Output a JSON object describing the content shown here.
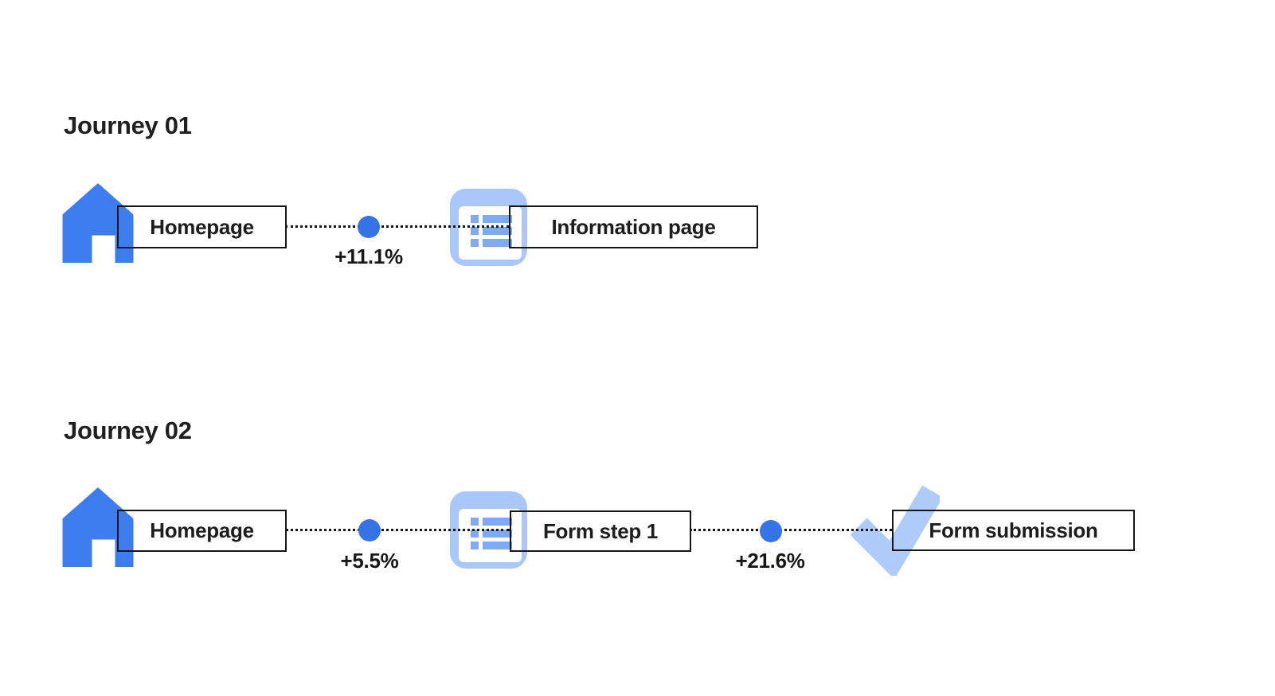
{
  "page": {
    "background": "#ffffff"
  },
  "colors": {
    "primary_blue": "#3D7DEF",
    "dot_blue": "#3573E7",
    "light_blue": "#A9C7FA",
    "list_line_blue": "#7FA9F2",
    "outline_black": "#161616",
    "text_black": "#1F1F1F"
  },
  "journeys": [
    {
      "title": "Journey 01",
      "steps": [
        {
          "icon": "home-icon",
          "label": "Homepage"
        },
        {
          "icon": "list-icon",
          "label": "Information page"
        }
      ],
      "connectors": [
        {
          "delta": "+11.1%"
        }
      ]
    },
    {
      "title": "Journey 02",
      "steps": [
        {
          "icon": "home-icon",
          "label": "Homepage"
        },
        {
          "icon": "list-icon",
          "label": "Form step 1"
        },
        {
          "icon": "check-icon",
          "label": "Form submission"
        }
      ],
      "connectors": [
        {
          "delta": "+5.5%"
        },
        {
          "delta": "+21.6%"
        }
      ]
    }
  ]
}
